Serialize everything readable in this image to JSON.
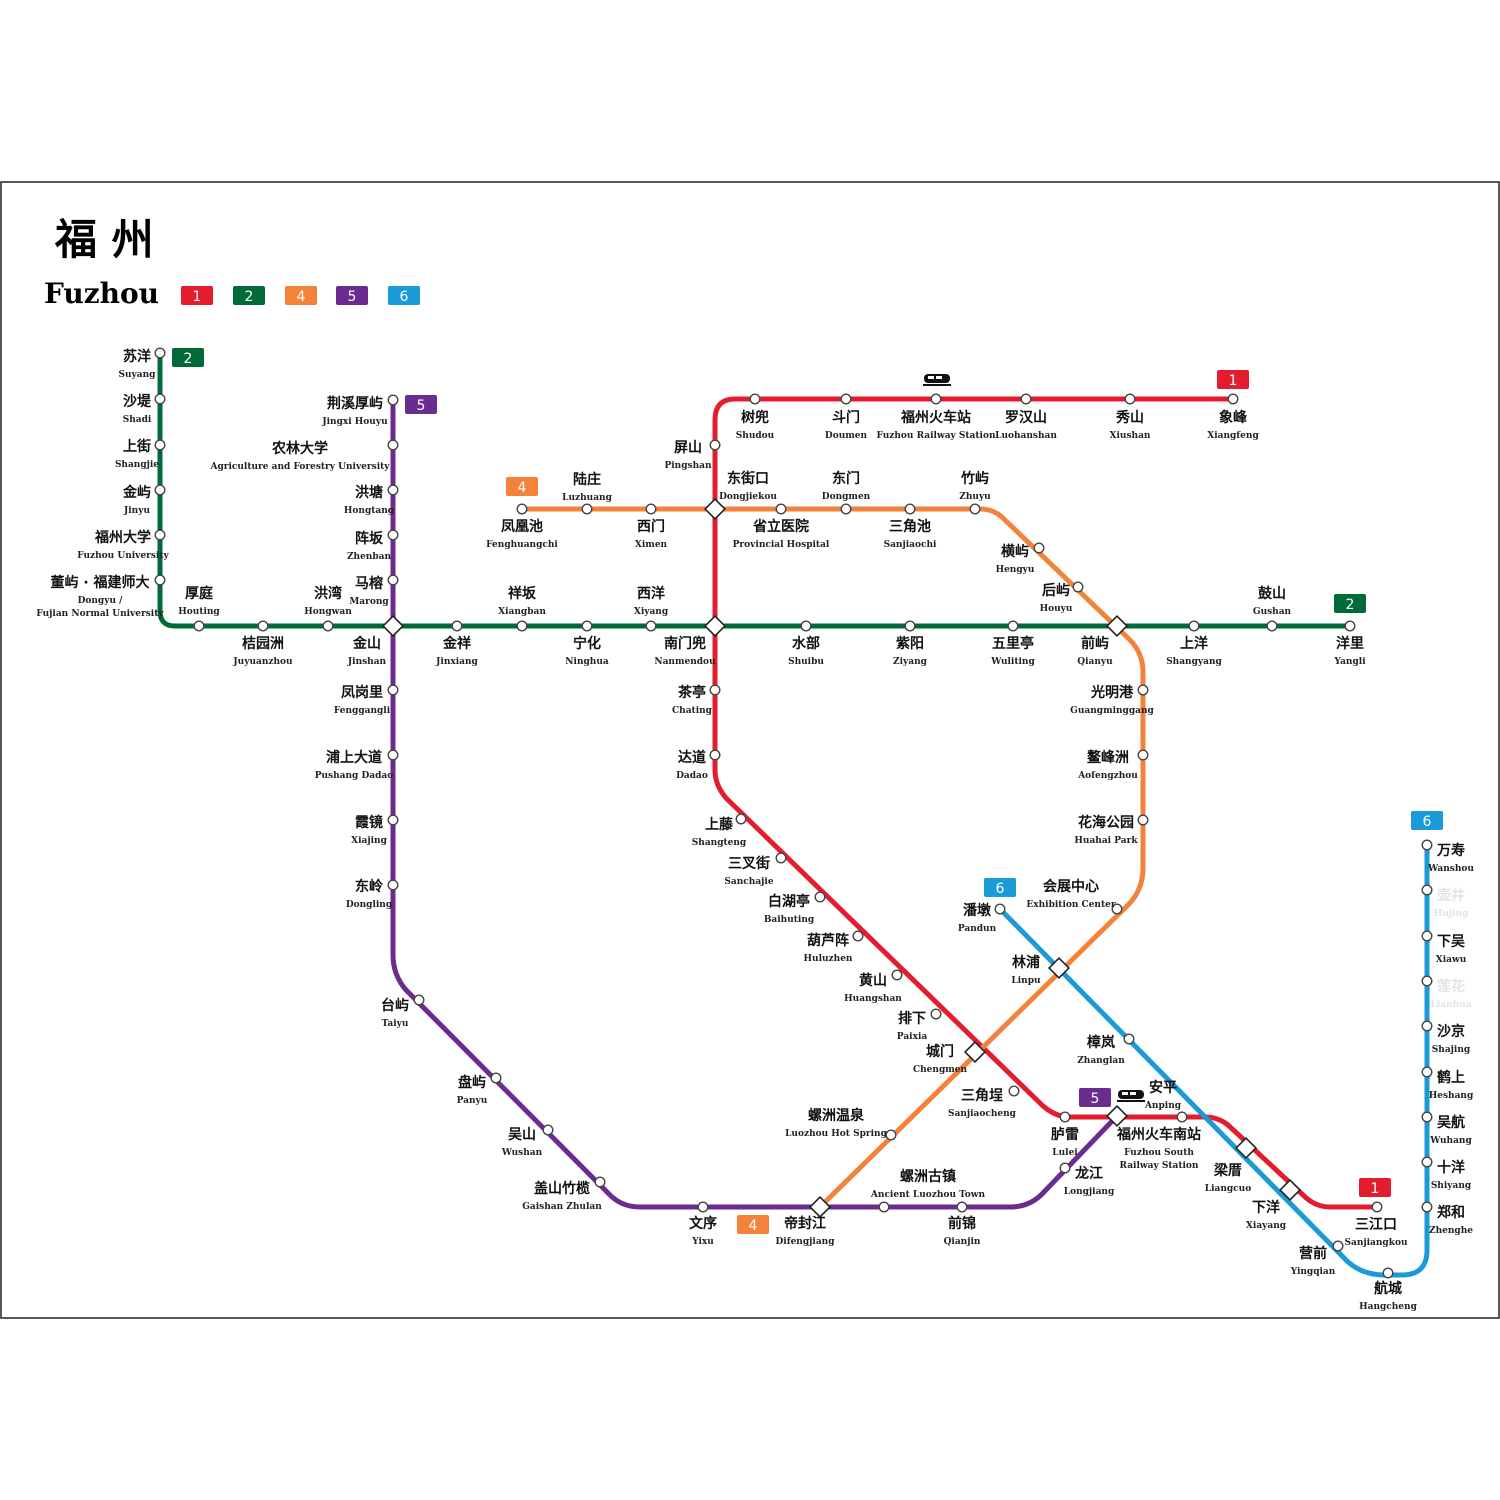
{
  "title_cn": "福 州",
  "title_en": "Fuzhou",
  "colors": {
    "1": "#e31d2e",
    "2": "#006a39",
    "4": "#f5823b",
    "5": "#6b2c8f",
    "6": "#1a9ad6"
  },
  "legend": [
    "1",
    "2",
    "4",
    "5",
    "6"
  ],
  "line_badges": [
    {
      "line": "2",
      "label": "2"
    },
    {
      "line": "5",
      "label": "5"
    },
    {
      "line": "1",
      "label": "1"
    },
    {
      "line": "4",
      "label": "4"
    },
    {
      "line": "2",
      "label": "2"
    },
    {
      "line": "6",
      "label": "6"
    },
    {
      "line": "6",
      "label": "6"
    },
    {
      "line": "5",
      "label": "5"
    },
    {
      "line": "1",
      "label": "1"
    },
    {
      "line": "4",
      "label": "4"
    }
  ],
  "lines": [
    {
      "id": "1",
      "name": "1",
      "stations": [
        "象峰",
        "秀山",
        "罗汉山",
        "福州火车站",
        "斗门",
        "树兜",
        "屏山",
        "东街口",
        "南门兜",
        "茶亭",
        "达道",
        "上藤",
        "三叉街",
        "白湖亭",
        "葫芦阵",
        "黄山",
        "排下",
        "城门",
        "三角埕",
        "胪雷",
        "福州火车南站",
        "安平",
        "梁厝",
        "下洋",
        "三江口"
      ]
    },
    {
      "id": "2",
      "name": "2",
      "stations": [
        "苏洋",
        "沙堤",
        "上街",
        "金屿",
        "福州大学",
        "董屿 · 福建师大",
        "厚庭",
        "桔园洲",
        "洪湾",
        "金山",
        "金祥",
        "祥坂",
        "宁化",
        "西洋",
        "南门兜",
        "水部",
        "紫阳",
        "五里亭",
        "前屿",
        "上洋",
        "鼓山",
        "洋里"
      ]
    },
    {
      "id": "4",
      "name": "4",
      "stations": [
        "凤凰池",
        "陆庄",
        "西门",
        "东街口",
        "省立医院",
        "东门",
        "三角池",
        "竹屿",
        "横屿",
        "后屿",
        "前屿",
        "光明港",
        "鳌峰洲",
        "花海公园",
        "会展中心",
        "林浦",
        "城门",
        "螺洲温泉",
        "帝封江"
      ]
    },
    {
      "id": "5",
      "name": "5",
      "stations": [
        "荆溪厚屿",
        "农林大学",
        "洪塘",
        "阵坂",
        "马榕",
        "金山",
        "凤岗里",
        "浦上大道",
        "霞镜",
        "东岭",
        "台屿",
        "盘屿",
        "吴山",
        "盖山竹榄",
        "文序",
        "帝封江",
        "螺洲古镇",
        "前锦",
        "龙江",
        "福州火车南站"
      ]
    },
    {
      "id": "6",
      "name": "6",
      "stations": [
        "潘墩",
        "林浦",
        "樟岚",
        "安平",
        "梁厝",
        "下洋",
        "营前",
        "航城",
        "郑和",
        "十洋",
        "吴航",
        "鹤上",
        "莲花",
        "沙京",
        "下吴",
        "壶井",
        "万寿"
      ]
    }
  ],
  "stations": [
    {
      "cn": "苏洋",
      "en": "Suyang"
    },
    {
      "cn": "沙堤",
      "en": "Shadi"
    },
    {
      "cn": "上街",
      "en": "Shangjie"
    },
    {
      "cn": "金屿",
      "en": "Jinyu"
    },
    {
      "cn": "福州大学",
      "en": "Fuzhou University"
    },
    {
      "cn": "董屿 · 福建师大",
      "en": "Dongyu /",
      "en2": "Fujian Normal University"
    },
    {
      "cn": "厚庭",
      "en": "Houting"
    },
    {
      "cn": "桔园洲",
      "en": "Juyuanzhou"
    },
    {
      "cn": "洪湾",
      "en": "Hongwan"
    },
    {
      "cn": "金山",
      "en": "Jinshan"
    },
    {
      "cn": "金祥",
      "en": "Jinxiang"
    },
    {
      "cn": "祥坂",
      "en": "Xiangban"
    },
    {
      "cn": "宁化",
      "en": "Ninghua"
    },
    {
      "cn": "西洋",
      "en": "Xiyang"
    },
    {
      "cn": "南门兜",
      "en": "Nanmendou"
    },
    {
      "cn": "水部",
      "en": "Shuibu"
    },
    {
      "cn": "紫阳",
      "en": "Ziyang"
    },
    {
      "cn": "五里亭",
      "en": "Wuliting"
    },
    {
      "cn": "前屿",
      "en": "Qianyu"
    },
    {
      "cn": "上洋",
      "en": "Shangyang"
    },
    {
      "cn": "鼓山",
      "en": "Gushan"
    },
    {
      "cn": "洋里",
      "en": "Yangli"
    },
    {
      "cn": "荆溪厚屿",
      "en": "Jingxi Houyu"
    },
    {
      "cn": "农林大学",
      "en": "Agriculture and Forestry University"
    },
    {
      "cn": "洪塘",
      "en": "Hongtang"
    },
    {
      "cn": "阵坂",
      "en": "Zhenban"
    },
    {
      "cn": "马榕",
      "en": "Marong"
    },
    {
      "cn": "凤岗里",
      "en": "Fenggangli"
    },
    {
      "cn": "浦上大道",
      "en": "Pushang Dadao"
    },
    {
      "cn": "霞镜",
      "en": "Xiajing"
    },
    {
      "cn": "东岭",
      "en": "Dongling"
    },
    {
      "cn": "台屿",
      "en": "Taiyu"
    },
    {
      "cn": "盘屿",
      "en": "Panyu"
    },
    {
      "cn": "吴山",
      "en": "Wushan"
    },
    {
      "cn": "盖山竹榄",
      "en": "Gaishan Zhulan"
    },
    {
      "cn": "文序",
      "en": "Yixu"
    },
    {
      "cn": "帝封江",
      "en": "Difengjiang"
    },
    {
      "cn": "螺洲古镇",
      "en": "Ancient Luozhou Town"
    },
    {
      "cn": "前锦",
      "en": "Qianjin"
    },
    {
      "cn": "龙江",
      "en": "Longjiang"
    },
    {
      "cn": "福州火车南站",
      "en": "Fuzhou South",
      "en2": "Railway Station"
    },
    {
      "cn": "树兜",
      "en": "Shudou"
    },
    {
      "cn": "斗门",
      "en": "Doumen"
    },
    {
      "cn": "福州火车站",
      "en": "Fuzhou Railway Station"
    },
    {
      "cn": "罗汉山",
      "en": "Luohanshan"
    },
    {
      "cn": "秀山",
      "en": "Xiushan"
    },
    {
      "cn": "象峰",
      "en": "Xiangfeng"
    },
    {
      "cn": "屏山",
      "en": "Pingshan"
    },
    {
      "cn": "东街口",
      "en": "Dongjiekou"
    },
    {
      "cn": "茶亭",
      "en": "Chating"
    },
    {
      "cn": "达道",
      "en": "Dadao"
    },
    {
      "cn": "上藤",
      "en": "Shangteng"
    },
    {
      "cn": "三叉街",
      "en": "Sanchajie"
    },
    {
      "cn": "白湖亭",
      "en": "Baihuting"
    },
    {
      "cn": "葫芦阵",
      "en": "Huluzhen"
    },
    {
      "cn": "黄山",
      "en": "Huangshan"
    },
    {
      "cn": "排下",
      "en": "Paixia"
    },
    {
      "cn": "城门",
      "en": "Chengmen"
    },
    {
      "cn": "三角埕",
      "en": "Sanjiaocheng"
    },
    {
      "cn": "胪雷",
      "en": "Lulei"
    },
    {
      "cn": "安平",
      "en": "Anping"
    },
    {
      "cn": "梁厝",
      "en": "Liangcuo"
    },
    {
      "cn": "下洋",
      "en": "Xiayang"
    },
    {
      "cn": "三江口",
      "en": "Sanjiangkou"
    },
    {
      "cn": "凤凰池",
      "en": "Fenghuangchi"
    },
    {
      "cn": "陆庄",
      "en": "Luzhuang"
    },
    {
      "cn": "西门",
      "en": "Ximen"
    },
    {
      "cn": "省立医院",
      "en": "Provincial Hospital"
    },
    {
      "cn": "东门",
      "en": "Dongmen"
    },
    {
      "cn": "三角池",
      "en": "Sanjiaochi"
    },
    {
      "cn": "竹屿",
      "en": "Zhuyu"
    },
    {
      "cn": "横屿",
      "en": "Hengyu"
    },
    {
      "cn": "后屿",
      "en": "Houyu"
    },
    {
      "cn": "光明港",
      "en": "Guangminggang"
    },
    {
      "cn": "鳌峰洲",
      "en": "Aofengzhou"
    },
    {
      "cn": "花海公园",
      "en": "Huahai Park"
    },
    {
      "cn": "会展中心",
      "en": "Exhibition Center"
    },
    {
      "cn": "林浦",
      "en": "Linpu"
    },
    {
      "cn": "螺洲温泉",
      "en": "Luozhou Hot Spring"
    },
    {
      "cn": "潘墩",
      "en": "Pandun"
    },
    {
      "cn": "樟岚",
      "en": "Zhanglan"
    },
    {
      "cn": "营前",
      "en": "Yingqian"
    },
    {
      "cn": "航城",
      "en": "Hangcheng"
    },
    {
      "cn": "万寿",
      "en": "Wanshou"
    },
    {
      "cn": "壶井",
      "en": "Hujing",
      "faded": true
    },
    {
      "cn": "下吴",
      "en": "Xiawu"
    },
    {
      "cn": "莲花",
      "en": "Lianhua",
      "faded": true
    },
    {
      "cn": "沙京",
      "en": "Shajing"
    },
    {
      "cn": "鹤上",
      "en": "Heshang"
    },
    {
      "cn": "吴航",
      "en": "Wuhang"
    },
    {
      "cn": "十洋",
      "en": "Shiyang"
    },
    {
      "cn": "郑和",
      "en": "Zhenghe"
    }
  ],
  "icons": [
    "train-icon",
    "train-icon"
  ]
}
